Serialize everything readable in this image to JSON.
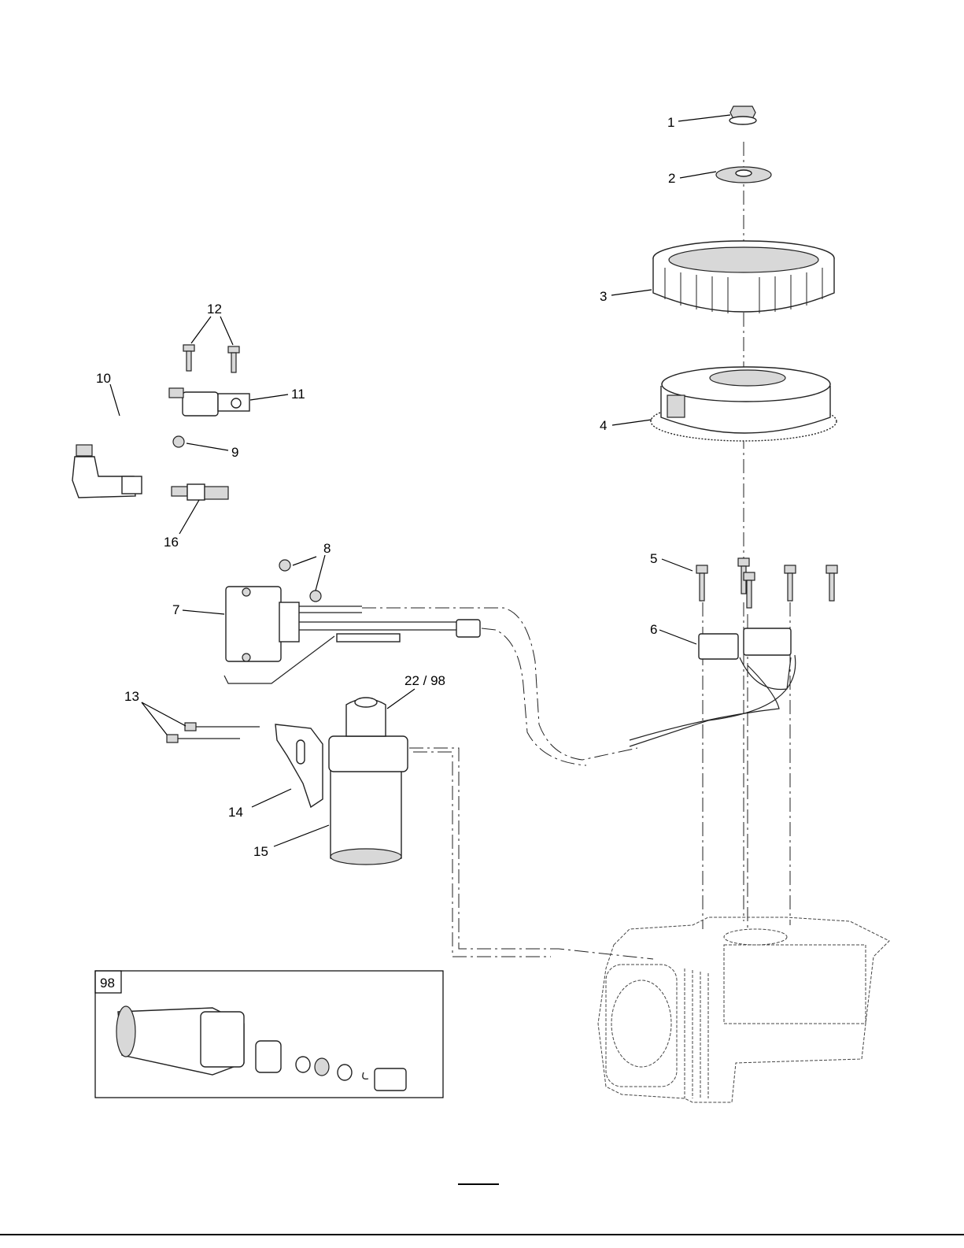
{
  "callouts": {
    "c1": "1",
    "c2": "2",
    "c3": "3",
    "c4": "4",
    "c5": "5",
    "c6": "6",
    "c7": "7",
    "c8": "8",
    "c9": "9",
    "c10": "10",
    "c11": "11",
    "c12": "12",
    "c13": "13",
    "c14": "14",
    "c15": "15",
    "c16": "16",
    "c22": "22 / 98"
  },
  "inset": {
    "label": "98"
  }
}
